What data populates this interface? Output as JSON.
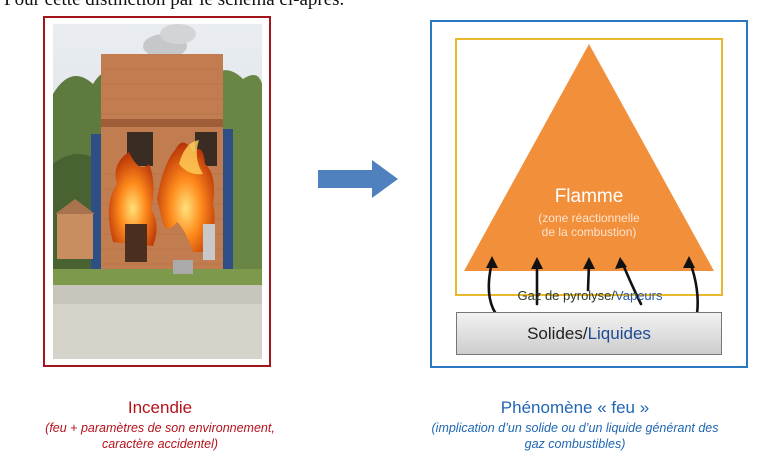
{
  "intro_line": "Pour cette distinction par le schéma ci-après.",
  "photo": {
    "description_icon": "house-fire-photo"
  },
  "arrow": {
    "color": "#4e81bd"
  },
  "diagram": {
    "flame_title": "Flamme",
    "flame_subtitle_line1": "(zone réactionnelle",
    "flame_subtitle_line2": "de la combustion)",
    "gas_part1": "Gaz de pyrolyse/",
    "gas_part2": "Vapeurs",
    "solids_part1": "Solides/",
    "solids_part2": "Liquides",
    "colors": {
      "flame": "#f18f3b",
      "flame_border": "#e9b82c",
      "frame": "#2b78c2"
    }
  },
  "captions": {
    "left_title": "Incendie",
    "left_sub_line1": "(feu + paramètres de son environnement,",
    "left_sub_line2": "caractère accidentel)",
    "right_title": "Phénomène « feu »",
    "right_sub_line1": "(implication d’un solide ou d’un liquide générant des",
    "right_sub_line2": "gaz combustibles)"
  }
}
